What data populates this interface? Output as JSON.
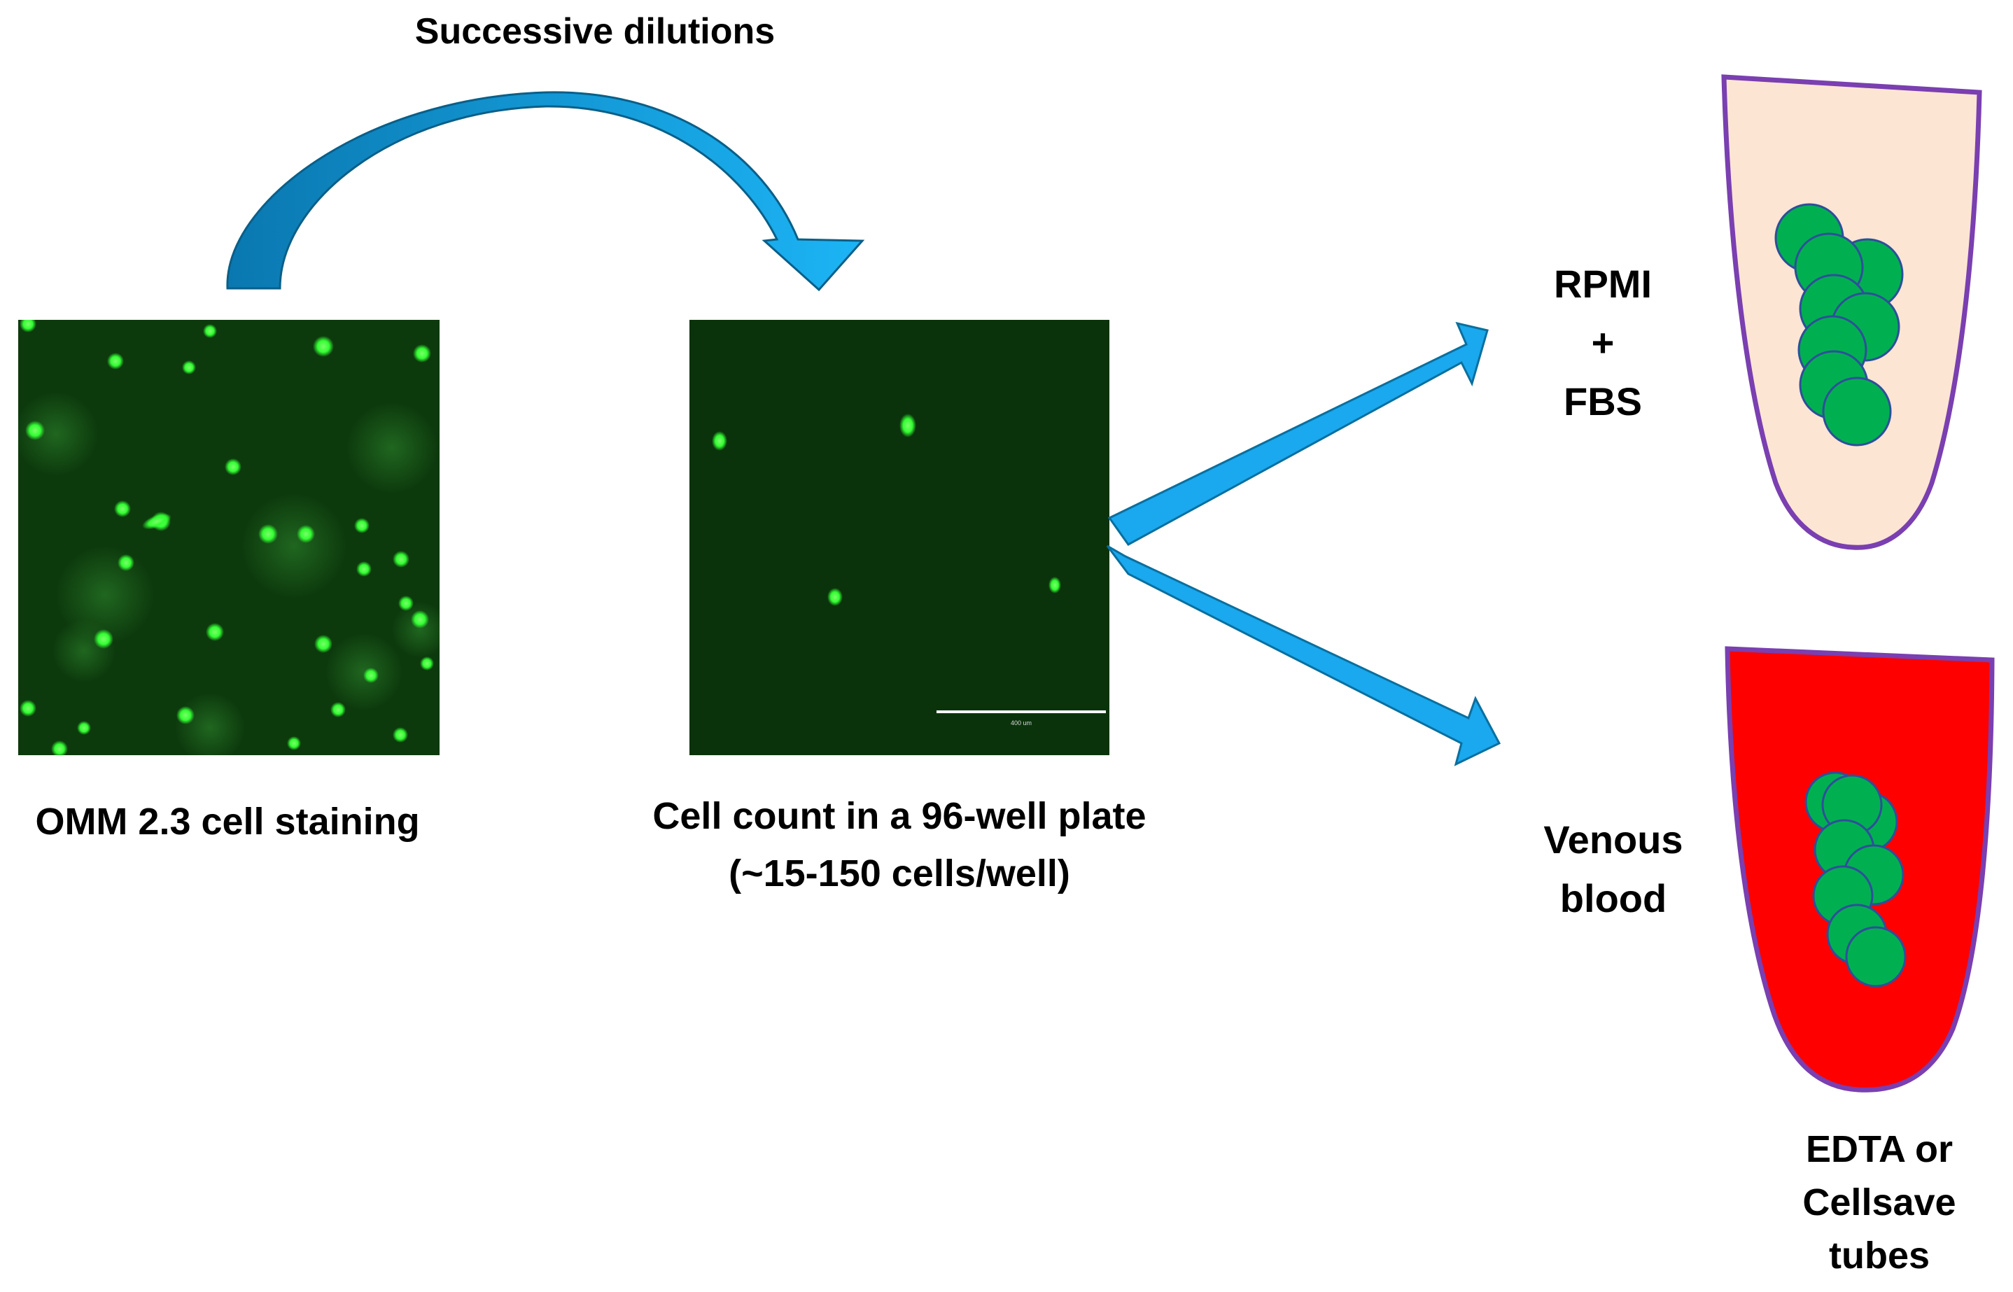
{
  "labels": {
    "arc_title": "Successive dilutions",
    "left_caption": "OMM 2.3 cell staining",
    "middle_caption_line1": "Cell count in a 96-well plate",
    "middle_caption_line2": "(~15-150 cells/well)",
    "top_tube_line1": "RPMI",
    "top_tube_line2": "+",
    "top_tube_line3": "FBS",
    "bottom_tube_line1": "Venous",
    "bottom_tube_line2": "blood",
    "tube_type_line1": "EDTA or",
    "tube_type_line2": "Cellsave",
    "tube_type_line3": "tubes",
    "scale_bar_text": "400 um"
  },
  "colors": {
    "arrow_fill": "#1aa8ee",
    "arrow_stroke": "#0a6f9e",
    "micro_background": "#0d3a0d",
    "cell_glow": "#33ff33",
    "tube_medium": "#fde5d4",
    "tube_blood": "#ff0000",
    "tube_outline": "#7a3fb0",
    "cell_cluster": "#00b050",
    "cell_outline": "#2e4f9a"
  }
}
